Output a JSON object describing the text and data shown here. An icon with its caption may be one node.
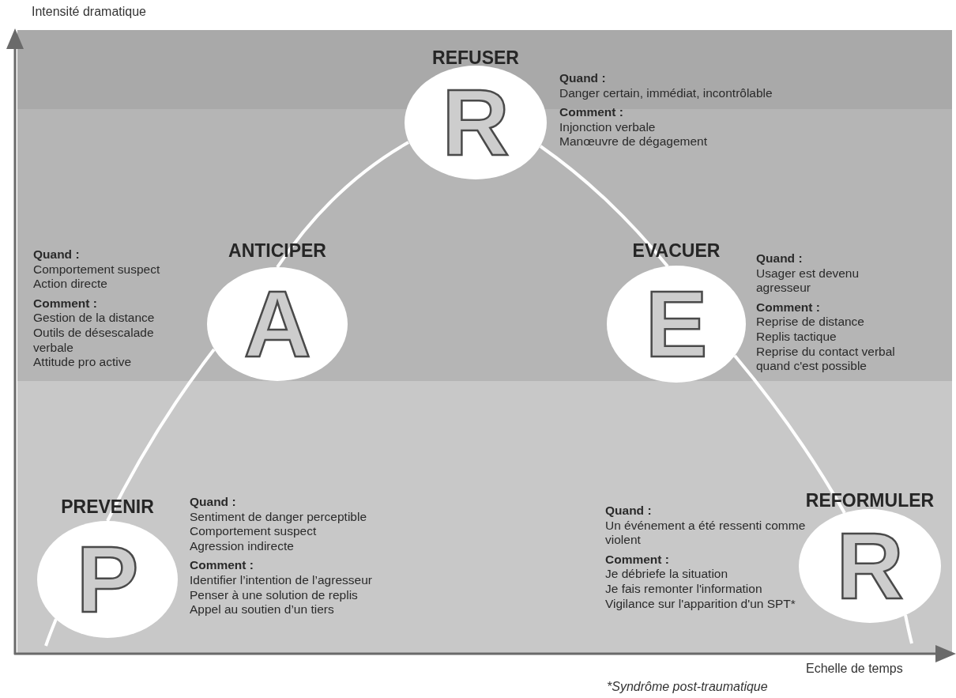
{
  "diagram": {
    "nodes": [
      {
        "text": [
          "REFUSER",
          "R"
        ],
        "beside": [
          "Quand :",
          "Danger certain, immédiat, incontrôlable",
          "Comment :",
          "Injonction verbale",
          "Manœuvre de dégagement"
        ]
      },
      {
        "text": [
          "ANTICIPER",
          "A"
        ],
        "beside": [
          "Quand :",
          "Comportement suspect",
          "Action directe",
          "Comment :",
          "Gestion de la distance",
          "Outils de désescalade verbale",
          "Attitude pro active"
        ]
      },
      {
        "text": [
          "EVACUER",
          "E"
        ],
        "beside": [
          "Quand :",
          "Usager est devenu agresseur",
          "Comment :",
          "Reprise de distance",
          "Replis tactique",
          "Reprise du contact verbal quand c'est possible"
        ]
      },
      {
        "text": [
          "PREVENIR",
          "P"
        ],
        "beside": [
          "Quand :",
          "Sentiment de danger perceptible",
          "Comportement suspect",
          "Agression indirecte",
          "Comment :",
          "Identifier l’intention de l’agresseur",
          "Penser à une solution de replis",
          "Appel au soutien d’un tiers"
        ]
      },
      {
        "text": [
          "REFORMULER",
          "R"
        ],
        "beside": [
          "Quand :",
          "Un événement a été ressenti comme violent",
          "Comment :",
          "Je débriefe la situation",
          "Je fais remonter l'information",
          "Vigilance sur l'apparition d'un SPT*"
        ]
      }
    ],
    "edges": [
      {
        "from": null,
        "to": 3,
        "arrow": "none"
      },
      {
        "from": 3,
        "to": 1,
        "arrow": "none"
      },
      {
        "from": 1,
        "to": 0,
        "arrow": "none"
      },
      {
        "from": 0,
        "to": 2,
        "arrow": "none"
      },
      {
        "from": 2,
        "to": 4,
        "arrow": "none"
      },
      {
        "from": 4,
        "to": null,
        "arrow": "none"
      }
    ],
    "labels": [
      "Intensité dramatique",
      "Echelle de temps",
      "*Syndrôme post-traumatique"
    ]
  }
}
